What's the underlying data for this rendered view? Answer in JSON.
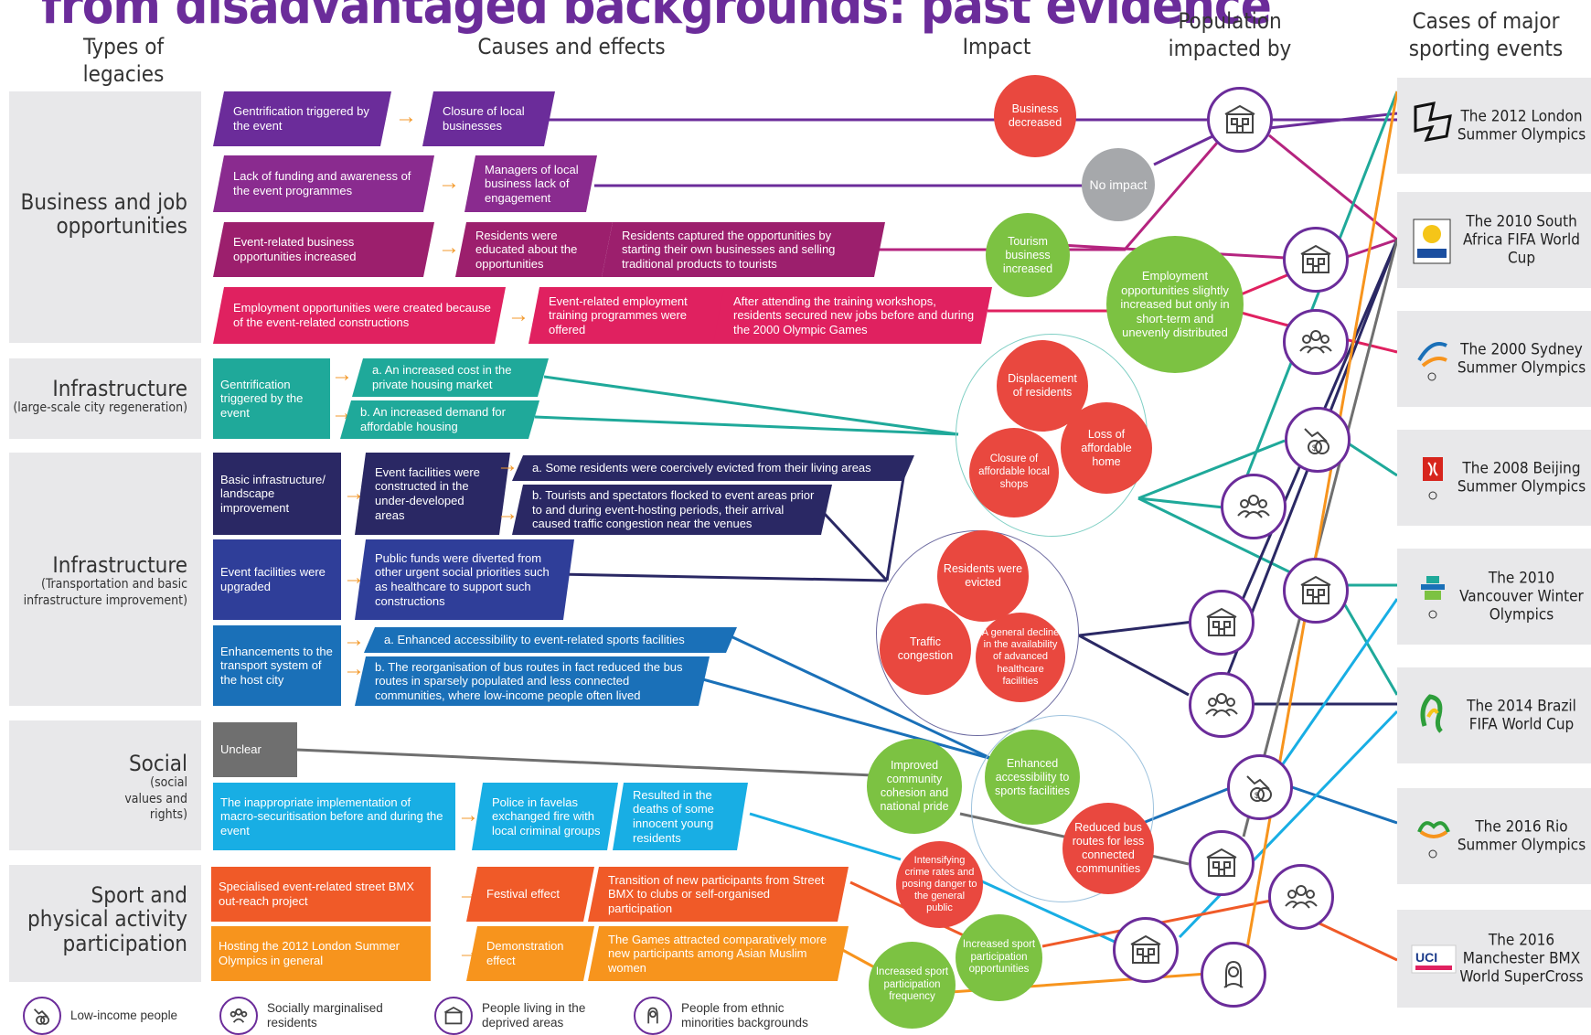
{
  "title": "from disadvantaged backgrounds: past evidence",
  "headers": {
    "types": "Types of legacies",
    "causes": "Causes and effects",
    "impact": "Impact",
    "population": "Population impacted by",
    "cases": "Cases of major sporting events"
  },
  "legacies": {
    "business": {
      "title": "Business and job opportunities",
      "sub": ""
    },
    "infra1": {
      "title": "Infrastructure",
      "sub": "(large-scale city regeneration)"
    },
    "infra2": {
      "title": "Infrastructure",
      "sub": "(Transportation and basic infrastructure improvement)"
    },
    "social": {
      "title": "Social",
      "sub": "(social values and rights)"
    },
    "sport": {
      "title": "Sport and physical activity participation",
      "sub": ""
    }
  },
  "boxes": {
    "b1": "Gentrification triggered by the event",
    "b2": "Closure of local businesses",
    "b3": "Lack of funding and awareness of the event programmes",
    "b4": "Managers of local business lack of engagement",
    "b5": "Event-related business opportunities increased",
    "b6": "Residents were educated about the opportunities",
    "b7": "Residents captured the opportunities by starting their own businesses and selling traditional products to tourists",
    "b8": "Employment opportunities were created because of the event-related constructions",
    "b9": "Event-related employment training programmes were offered",
    "b10": "After attending the training workshops, residents secured new jobs before and during the 2000 Olympic Games",
    "i1": "Gentrification triggered by the event",
    "i2": "a. An increased cost in the private housing market",
    "i3": "b. An increased demand for affordable housing",
    "t1": "Basic infrastructure/ landscape improvement",
    "t2": "Event facilities were constructed in the under-developed areas",
    "t3": "a. Some residents were coercively evicted from their living areas",
    "t4": "b. Tourists and spectators flocked to event areas prior to and during event-hosting periods, their arrival caused traffic congestion near the venues",
    "t5": "Event facilities were upgraded",
    "t6": "Public funds were diverted from other urgent social priorities such as healthcare to support such constructions",
    "t7": "Enhancements to the transport system of the host city",
    "t8": "a. Enhanced accessibility to event-related sports facilities",
    "t9": "b.  The reorganisation of bus routes in fact reduced the bus routes in sparsely populated and less connected communities, where low-income people often lived",
    "s1": "Unclear",
    "s2": "The inappropriate implementation of macro-securitisation before and during the event",
    "s3": "Police in favelas exchanged fire with local criminal groups",
    "s4": "Resulted in the deaths of some innocent young residents",
    "p1": "Specialised event-related street BMX out-reach project",
    "p2": "Festival effect",
    "p3": "Transition of new participants from Street BMX to clubs or self-organised participation",
    "p4": "Hosting the 2012 London Summer Olympics in general",
    "p5": "Demonstration effect",
    "p6": "The Games attracted comparatively more new participants among Asian Muslim women"
  },
  "impacts": {
    "business_decreased": "Business decreased",
    "no_impact": "No impact",
    "tourism": "Tourism business increased",
    "employment": "Employment opportunities slightly increased but only in short-term and unevenly distributed",
    "displacement": "Displacement of residents",
    "closure_shops": "Closure of affordable local shops",
    "loss_home": "Loss of affordable home",
    "evicted": "Residents were evicted",
    "traffic": "Traffic congestion",
    "healthcare": "A general decline in the availability of advanced healthcare facilities",
    "pride": "Improved community cohesion and national pride",
    "accessibility": "Enhanced accessibility to sports facilities",
    "bus_routes": "Reduced bus routes for less connected communities",
    "crime": "Intensifying crime rates and posing danger to the general public",
    "sport_opps": "Increased sport participation opportunities",
    "sport_freq": "Increased sport participation frequency"
  },
  "cases": [
    {
      "name": "The 2012 London Summer Olympics",
      "logo": "london-2012-logo"
    },
    {
      "name": "The 2010 South Africa FIFA World Cup",
      "logo": "south-africa-2010-logo"
    },
    {
      "name": "The 2000 Sydney Summer Olympics",
      "logo": "sydney-2000-logo"
    },
    {
      "name": "The 2008 Beijing Summer Olympics",
      "logo": "beijing-2008-logo"
    },
    {
      "name": "The 2010 Vancouver Winter Olympics",
      "logo": "vancouver-2010-logo"
    },
    {
      "name": "The 2014 Brazil FIFA World Cup",
      "logo": "brazil-2014-logo"
    },
    {
      "name": "The 2016 Rio Summer Olympics",
      "logo": "rio-2016-logo"
    },
    {
      "name": "The 2016 Manchester BMX World SuperCross",
      "logo": "uci-bmx-logo"
    }
  ],
  "legend": {
    "low_income": "Low-income people",
    "marginalised": "Socially marginalised residents",
    "deprived": "People living in the deprived areas",
    "ethnic": "People from ethnic minorities backgrounds"
  },
  "colors": {
    "purple": "#6b2c9a",
    "magenta": "#b5247f",
    "crimson": "#e02160",
    "teal": "#1fa99a",
    "navy": "#2a2864",
    "royal": "#2f3e99",
    "blue": "#1a70b8",
    "sky": "#18aee4",
    "gray": "#6f6f6f",
    "orange_red": "#f05a28",
    "orange": "#f7941d",
    "red_circle": "#e9483f",
    "green_circle": "#7cc242"
  }
}
